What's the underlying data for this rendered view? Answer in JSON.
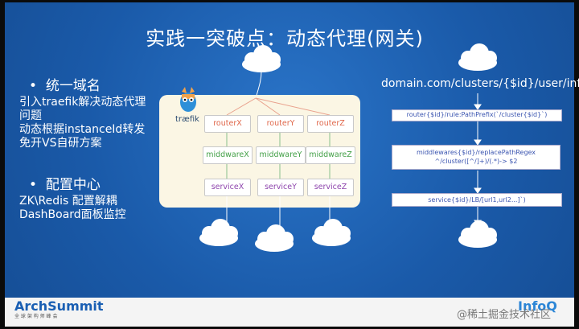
{
  "title": "实践一突破点：动态代理(网关)",
  "bullets": [
    {
      "heading": "统一域名",
      "lines": [
        "引入traefik解决动态代理",
        "问题",
        "动态根据instanceId转发",
        "免开VS自研方案"
      ]
    },
    {
      "heading": "配置中心",
      "lines": [
        "ZK\\Redis 配置解耦",
        "DashBoard面板监控"
      ]
    }
  ],
  "traefik_label": "træfik",
  "routers": [
    "routerX",
    "routerY",
    "routerZ"
  ],
  "middlewares": [
    "middwareX",
    "middwareY",
    "middwareZ"
  ],
  "services": [
    "serviceX",
    "serviceY",
    "serviceZ"
  ],
  "url": "domain.com/clusters/{$id}/user/info",
  "rule_router": "router{$id}/rule:PathPrefix(`/cluster{$id}`)",
  "rule_middleware_1": "middlewares{$id}/replacePathRegex",
  "rule_middleware_2": "^/cluster([^/]+)/(.*)-> $2",
  "rule_service": "service{$id}/LB/[url1,url2...]`)",
  "footer": {
    "left_logo": "ArchSummit",
    "left_sub": "全 球 架 构 师 峰 会",
    "right_logo": "InfoQ",
    "watermark": "@稀土掘金技术社区"
  },
  "colors": {
    "slide_bg": "#1d63b5",
    "panel_bg": "#fbf6e4",
    "router": "#e0674a",
    "middleware": "#43a047",
    "service": "#8e44ad"
  }
}
